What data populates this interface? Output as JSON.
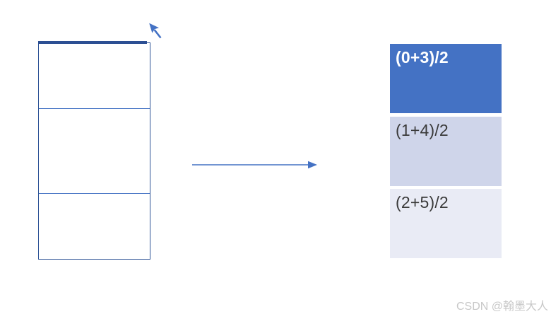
{
  "source_table": {
    "cells": [
      "",
      "",
      ""
    ],
    "outer_border_color": "#2F5496",
    "divider_color": "#4472C4",
    "top_edge_highlight_color": "#2C4F93"
  },
  "transform_arrow": {
    "color": "#4472C4"
  },
  "result_table": {
    "cells": [
      {
        "label": "(0+3)/2",
        "bg": "#4472C4",
        "color": "#FFFFFF",
        "bold": true
      },
      {
        "label": "(1+4)/2",
        "bg": "#CFD5EA",
        "color": "#3A3A3A",
        "bold": false
      },
      {
        "label": "(2+5)/2",
        "bg": "#E9EBF5",
        "color": "#3A3A3A",
        "bold": false
      }
    ]
  },
  "cursor": {
    "glyph": "nw-pointer",
    "color": "#4472C4"
  },
  "watermark": {
    "text": "CSDN @翰墨大人",
    "color": "#C8C8C8"
  }
}
